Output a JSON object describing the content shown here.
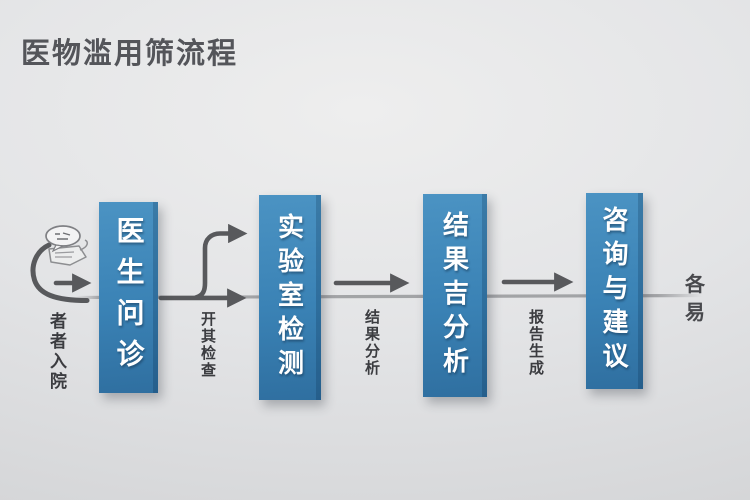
{
  "title": "医物滥用筛流程",
  "flow": {
    "stages": [
      {
        "label": "医生问诊"
      },
      {
        "label": "实验室检测"
      },
      {
        "label": "结果吉分析"
      },
      {
        "label": "咨询与建议"
      }
    ],
    "transitions": [
      {
        "label": "者者入院"
      },
      {
        "label": "开其检查"
      },
      {
        "label": "结果分析"
      },
      {
        "label": "报告生成"
      }
    ],
    "end_marks": [
      "各",
      "易"
    ]
  },
  "icons": {
    "start": "speech-bubble-consult-icon",
    "arrows": [
      "loop-arrow",
      "right-arrow",
      "branch-up-arrow",
      "right-arrow",
      "right-arrow"
    ]
  },
  "colors": {
    "stage_blue": "#3a82b5",
    "stage_blue_dark": "#2f6fa0",
    "arrow_dark": "#58595c",
    "process_line": "#9fa0a3",
    "title_text": "#54555a",
    "label_text": "#3b3c40",
    "background_light": "#eeeeee",
    "background_dark": "#d4d5d7"
  }
}
